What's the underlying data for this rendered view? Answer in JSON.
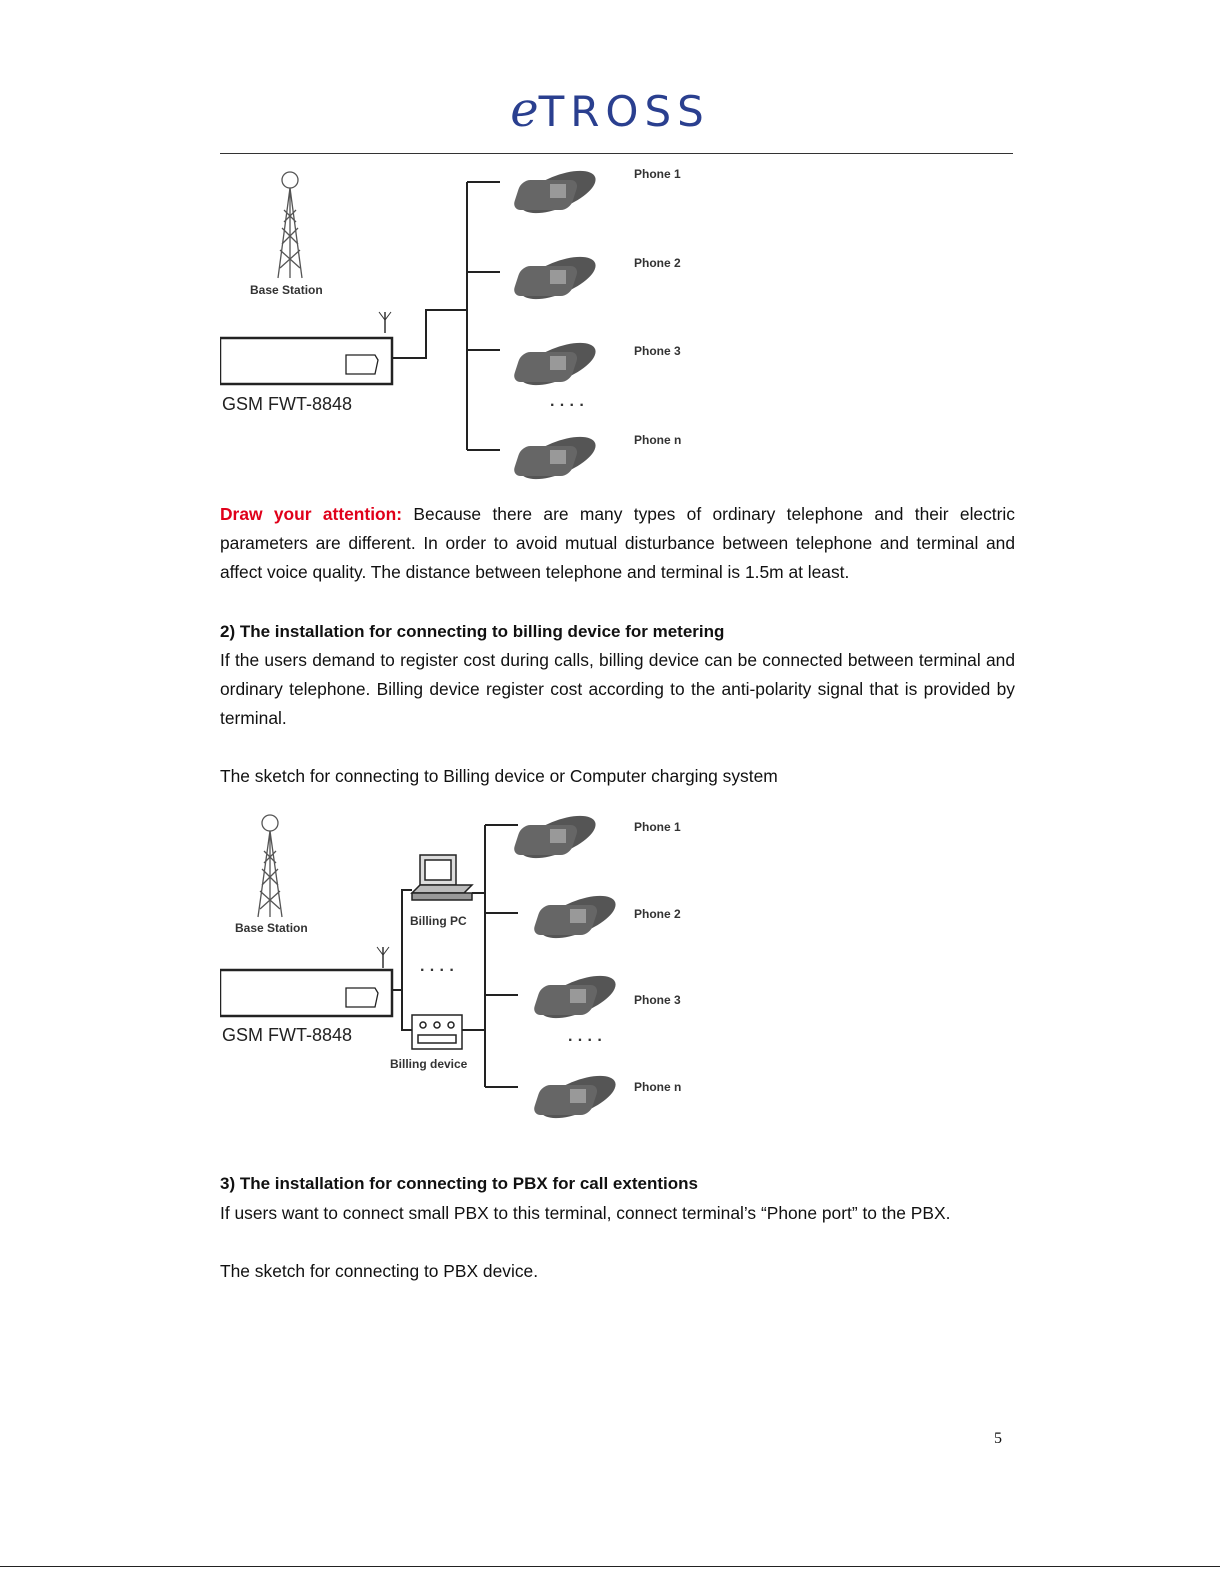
{
  "header": {
    "logo_e": "e",
    "logo_rest": "TROSS"
  },
  "figure1": {
    "base_station": "Base Station",
    "device": "GSM FWT-8848",
    "phones": [
      "Phone 1",
      "Phone 2",
      "Phone 3",
      "Phone n"
    ],
    "ellipsis": "· · · ·"
  },
  "attention": {
    "label": "Draw your attention:",
    "text": " Because there are many types of ordinary telephone and their electric parameters are different. In order to avoid mutual disturbance between telephone and terminal and affect voice quality. The distance between telephone and terminal is 1.5m at least."
  },
  "section2": {
    "heading": "2) The installation for connecting to billing device for metering",
    "body": "If the users demand to register cost during calls, billing device can be connected between terminal and ordinary telephone. Billing device register cost according to the anti-polarity signal that is provided by terminal.",
    "sketch": "The sketch for connecting to Billing device or Computer charging system"
  },
  "figure2": {
    "base_station": "Base Station",
    "device": "GSM FWT-8848",
    "billing_pc": "Billing PC",
    "billing_device": "Billing device",
    "phones": [
      "Phone 1",
      "Phone 2",
      "Phone 3",
      "Phone n"
    ],
    "ellipsis": "· · · ·"
  },
  "section3": {
    "heading": "3) The installation for connecting to PBX for call extentions",
    "body": "If users want to connect small PBX to this terminal, connect terminal’s “Phone port” to the PBX.",
    "sketch": "The sketch for connecting to PBX device."
  },
  "page_number": "5"
}
